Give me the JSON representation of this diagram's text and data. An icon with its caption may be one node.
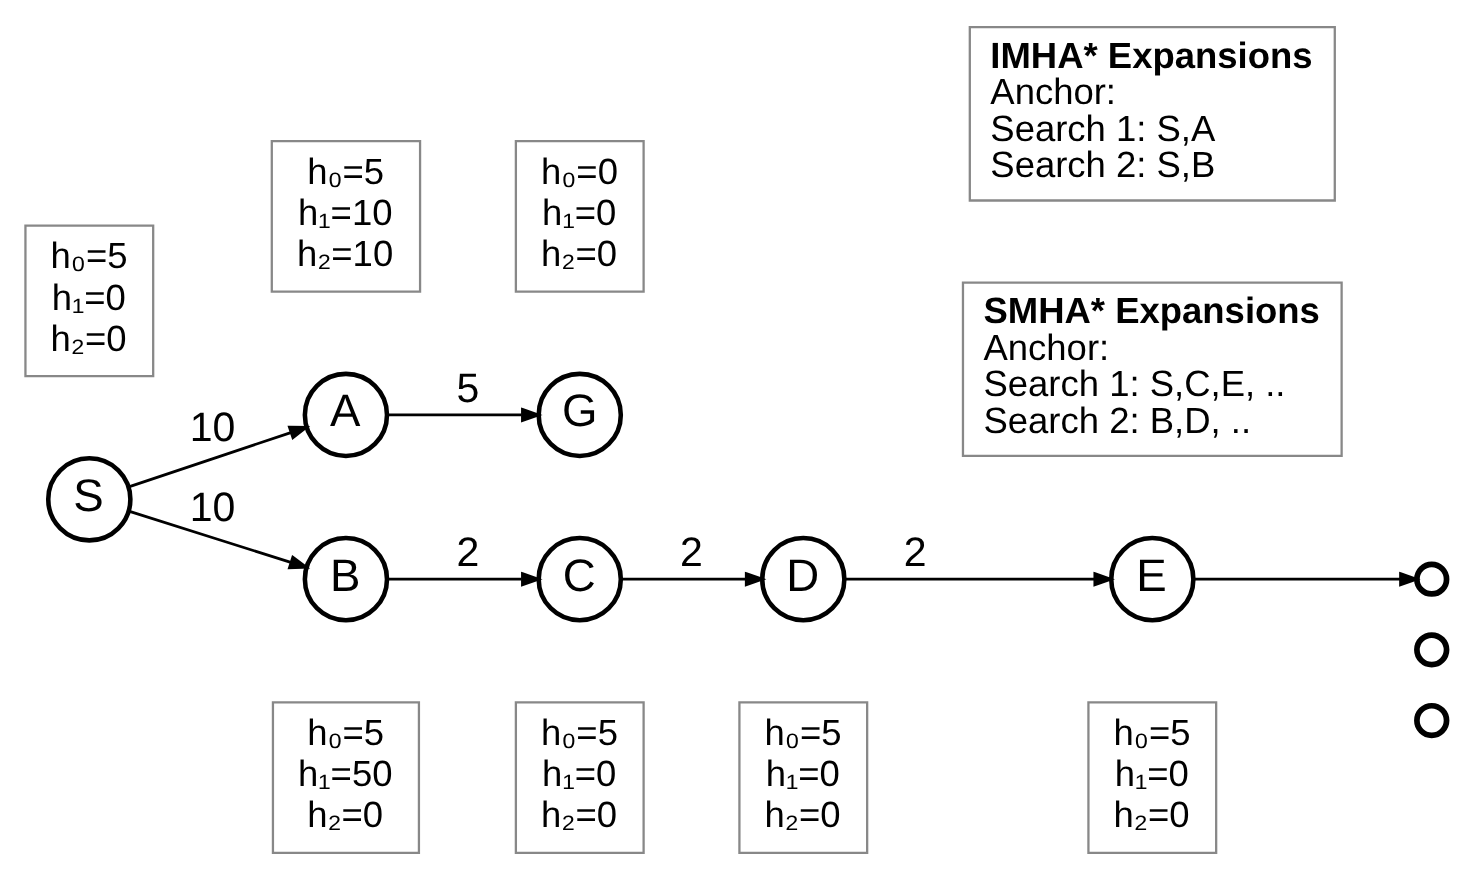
{
  "diagram": {
    "nodes": [
      {
        "text": [
          "h₀=5",
          "h₁=0",
          "h₂=0"
        ]
      },
      {
        "text": [
          "h₀=5",
          "h₁=10",
          "h₂=10"
        ]
      },
      {
        "text": [
          "h₀=0",
          "h₁=0",
          "h₂=0"
        ]
      },
      {
        "text": [
          "IMHA* Expansions",
          "Anchor:",
          "Search 1: S,A",
          "Search 2: S,B"
        ]
      },
      {
        "text": [
          "A"
        ]
      },
      {
        "text": [
          "G"
        ]
      },
      {
        "text": [
          "SMHA* Expansions",
          "Anchor:",
          "Search 1: S,C,E, ..",
          "Search 2: B,D, .."
        ]
      },
      {
        "text": [
          "S"
        ]
      },
      {
        "text": [
          "B"
        ]
      },
      {
        "text": [
          "C"
        ]
      },
      {
        "text": [
          "D"
        ]
      },
      {
        "text": [
          "E"
        ]
      },
      {
        "text": [],
        "shape": "circle"
      },
      {
        "text": [],
        "shape": "circle"
      },
      {
        "text": [],
        "shape": "circle"
      },
      {
        "text": [
          "h₀=5",
          "h₁=50",
          "h₂=0"
        ]
      },
      {
        "text": [
          "h₀=5",
          "h₁=0",
          "h₂=0"
        ]
      },
      {
        "text": [
          "h₀=5",
          "h₁=0",
          "h₂=0"
        ]
      },
      {
        "text": [
          "h₀=5",
          "h₁=0",
          "h₂=0"
        ]
      }
    ],
    "edges": [
      {
        "from": 7,
        "to": 4,
        "arrow": "to",
        "label": "10"
      },
      {
        "from": 4,
        "to": 5,
        "arrow": "to",
        "label": "5"
      },
      {
        "from": 7,
        "to": 8,
        "arrow": "to",
        "label": "10"
      },
      {
        "from": 8,
        "to": 9,
        "arrow": "to",
        "label": "2"
      },
      {
        "from": 9,
        "to": 10,
        "arrow": "to",
        "label": "2"
      },
      {
        "from": 10,
        "to": 11,
        "arrow": "to",
        "label": "2"
      },
      {
        "from": 11,
        "to": 12,
        "arrow": "to"
      }
    ]
  }
}
